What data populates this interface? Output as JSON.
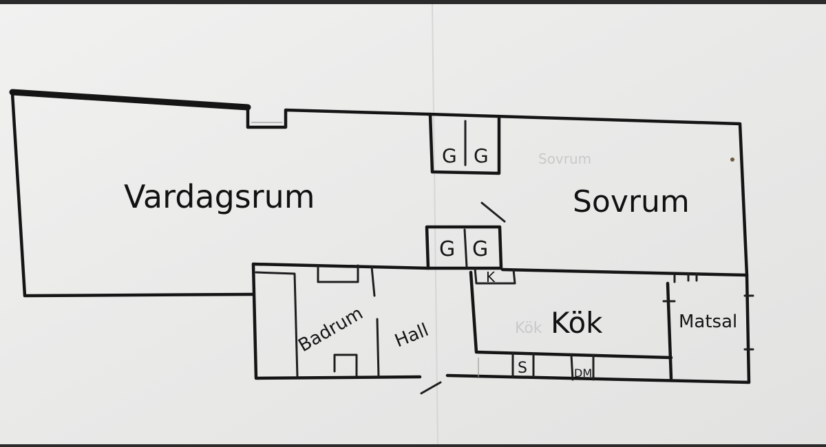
{
  "plan": {
    "rooms": {
      "living": "Vardagsrum",
      "bedroom": "Sovrum",
      "bedroom_ghost": "Sovrum",
      "bathroom": "Badrum",
      "hall": "Hall",
      "kitchen": "Kök",
      "kitchen_ghost": "Kök",
      "dining": "Matsal"
    },
    "closets": {
      "top_left": "G",
      "top_right": "G",
      "mid_left": "G",
      "mid_right": "G"
    },
    "fixtures": {
      "k": "K",
      "s": "S",
      "dm": "DM"
    }
  },
  "colors": {
    "paper": "#ebebea",
    "ink": "#151515",
    "backdrop": "#2b2b2b"
  }
}
